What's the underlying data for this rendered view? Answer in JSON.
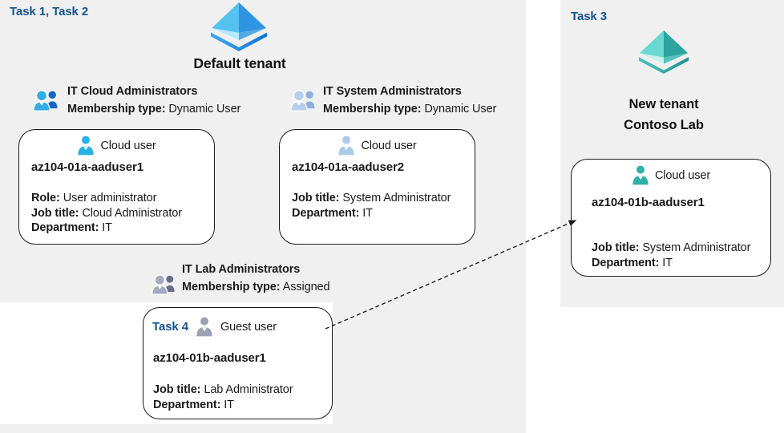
{
  "colors": {
    "panel_bg": "#f0f0f1",
    "task_label_blue": "#15538f",
    "card_border": "#1a1a1a",
    "text": "#1a1a1a",
    "azure_tenant_icon_light": "#56c2f1",
    "azure_tenant_icon_dark": "#2f95e2",
    "teal_tenant_icon_light": "#69d9d2",
    "teal_tenant_icon_dark": "#2da59e",
    "cloud_user_icon_blue": "#2cb1e6",
    "cloud_user_icon_pale": "#adc9ea",
    "guest_user_icon_gray": "#9ba1b3",
    "cloud_user_icon_teal": "#2fb0ab",
    "group_icon_blue_front": "#35ace4",
    "group_icon_blue_back": "#1566c2",
    "group_icon_pale_front": "#b6cfec",
    "group_icon_pale_back": "#8bb0dc",
    "group_icon_gray_front": "#a4aabf",
    "group_icon_gray_back": "#666c8a"
  },
  "left_section": {
    "task_label": "Task 1, Task 2",
    "tenant_name": "Default tenant",
    "groups": [
      {
        "name": "IT Cloud Administrators",
        "membership_label": "Membership type:",
        "membership_value": "Dynamic User"
      },
      {
        "name": "IT System Administrators",
        "membership_label": "Membership type:",
        "membership_value": "Dynamic User"
      },
      {
        "name": "IT Lab Administrators",
        "membership_label": "Membership type:",
        "membership_value": "Assigned"
      }
    ],
    "users": [
      {
        "type_label": "Cloud user",
        "name": "az104-01a-aaduser1",
        "fields": [
          {
            "label": "Role:",
            "value": "User administrator"
          },
          {
            "label": "Job title:",
            "value": "Cloud Administrator"
          },
          {
            "label": "Department:",
            "value": "IT"
          }
        ]
      },
      {
        "type_label": "Cloud user",
        "name": "az104-01a-aaduser2",
        "fields": [
          {
            "label": "Job title:",
            "value": "System Administrator"
          },
          {
            "label": "Department:",
            "value": "IT"
          }
        ]
      },
      {
        "task_label": "Task 4",
        "type_label": "Guest user",
        "name": "az104-01b-aaduser1",
        "fields": [
          {
            "label": "Job title:",
            "value": "Lab Administrator"
          },
          {
            "label": "Department:",
            "value": "IT"
          }
        ]
      }
    ]
  },
  "right_section": {
    "task_label": "Task 3",
    "tenant_name_line1": "New tenant",
    "tenant_name_line2": "Contoso Lab",
    "user": {
      "type_label": "Cloud user",
      "name": "az104-01b-aaduser1",
      "fields": [
        {
          "label": "Job title:",
          "value": "System Administrator"
        },
        {
          "label": "Department:",
          "value": "IT"
        }
      ]
    }
  },
  "connector": {
    "type": "dashed-arrow",
    "from": "guest-user-card",
    "to": "new-tenant-cloud-user-card"
  }
}
